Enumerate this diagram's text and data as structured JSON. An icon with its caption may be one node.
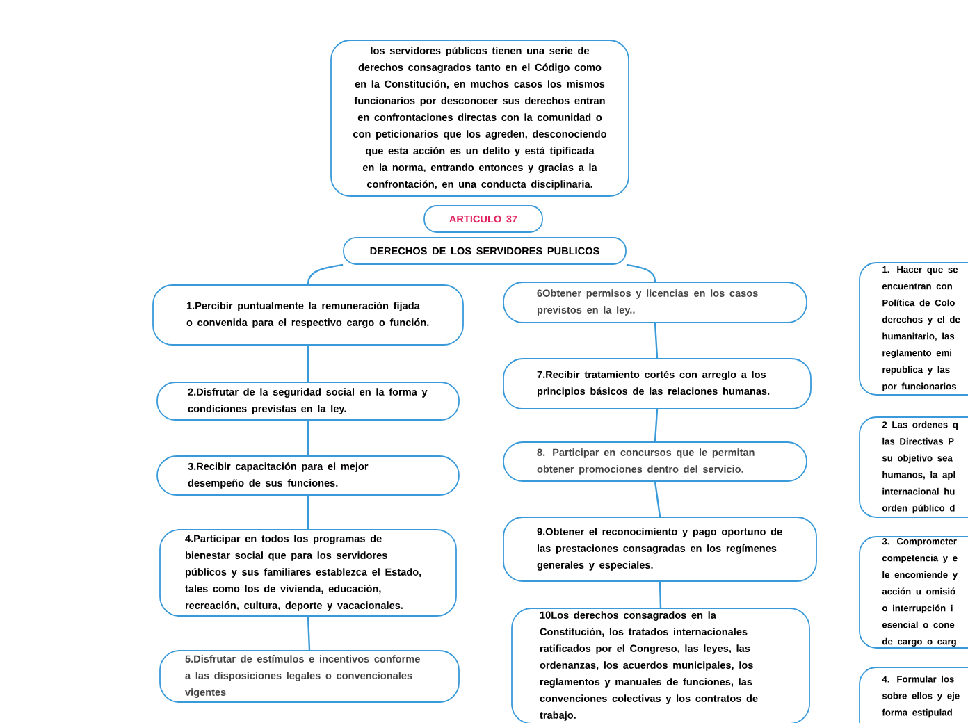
{
  "diagram": {
    "nodes": [
      {
        "text": [
          "los servidores públicos tienen una serie de derechos consagrados tanto en el Código como en la Constitución,  en muchos casos los mismos funcionarios por desconocer sus derechos entran en confrontaciones directas con la comunidad o con peticionarios que los agreden, desconociendo que esta acción es un delito y está tipificada en la norma, entrando entonces y gracias a la confrontación, en una conducta disciplinaria."
        ]
      },
      {
        "text": [
          "ARTICULO 37"
        ]
      },
      {
        "text": [
          "DERECHOS DE LOS SERVIDORES PUBLICOS"
        ]
      },
      {
        "text": [
          "1.Percibir puntualmente la remuneración fijada o convenida para el respectivo cargo o función."
        ]
      },
      {
        "text": [
          "2.Disfrutar de la seguridad social en la forma y condiciones previstas en la ley."
        ]
      },
      {
        "text": [
          "3.Recibir capacitación para el mejor desempeño de sus funciones."
        ]
      },
      {
        "text": [
          "4.Participar en todos los programas de bienestar social que para los servidores públicos y sus familiares establezca el Estado, tales como los de vivienda, educación, recreación, cultura, deporte y vacacionales."
        ]
      },
      {
        "text": [
          "5.Disfrutar de estímulos e incentivos conforme a las disposiciones legales o convencionales vigentes"
        ]
      },
      {
        "text": [
          "6Obtener permisos y licencias en los casos previstos en la ley.."
        ]
      },
      {
        "text": [
          "7.Recibir tratamiento cortés con arreglo a los principios básicos de las relaciones humanas."
        ]
      },
      {
        "text": [
          "8. Participar en concursos que le permitan obtener promociones dentro del servicio."
        ]
      },
      {
        "text": [
          "9.Obtener el reconocimiento y pago oportuno de las prestaciones consagradas en los regímenes generales y especiales."
        ]
      },
      {
        "text": [
          "10Los derechos consagrados en la Constitución, los tratados internacionales ratificados por el Congreso, las leyes, las ordenanzas, los acuerdos municipales, los reglamentos y manuales de funciones, las convenciones colectivas y los contratos de trabajo."
        ]
      },
      {
        "text": [
          "1. Hacer que se encuentran con Política de Colo derechos y el de humanitario, las reglamento emi republica y las por funcionarios"
        ]
      },
      {
        "text": [
          "2 Las ordenes q las Directivas P su objetivo sea humanos, la apl internacional hu orden público d"
        ]
      },
      {
        "text": [
          "3. Comprometer competencia y e le encomiende y acción u omisió o interrupción i esencial o cone de cargo o carg"
        ]
      },
      {
        "text": [
          "4. Formular los sobre ellos y eje forma estipulad"
        ]
      }
    ],
    "edges": [
      {
        "from": 2,
        "to": 3,
        "arrow": "none"
      },
      {
        "from": 3,
        "to": 4,
        "arrow": "none"
      },
      {
        "from": 4,
        "to": 5,
        "arrow": "none"
      },
      {
        "from": 5,
        "to": 6,
        "arrow": "none"
      },
      {
        "from": 6,
        "to": 7,
        "arrow": "none"
      },
      {
        "from": 2,
        "to": 8,
        "arrow": "none"
      },
      {
        "from": 8,
        "to": 9,
        "arrow": "none"
      },
      {
        "from": 9,
        "to": 10,
        "arrow": "none"
      },
      {
        "from": 10,
        "to": 11,
        "arrow": "none"
      },
      {
        "from": 11,
        "to": 12,
        "arrow": "none"
      }
    ]
  }
}
